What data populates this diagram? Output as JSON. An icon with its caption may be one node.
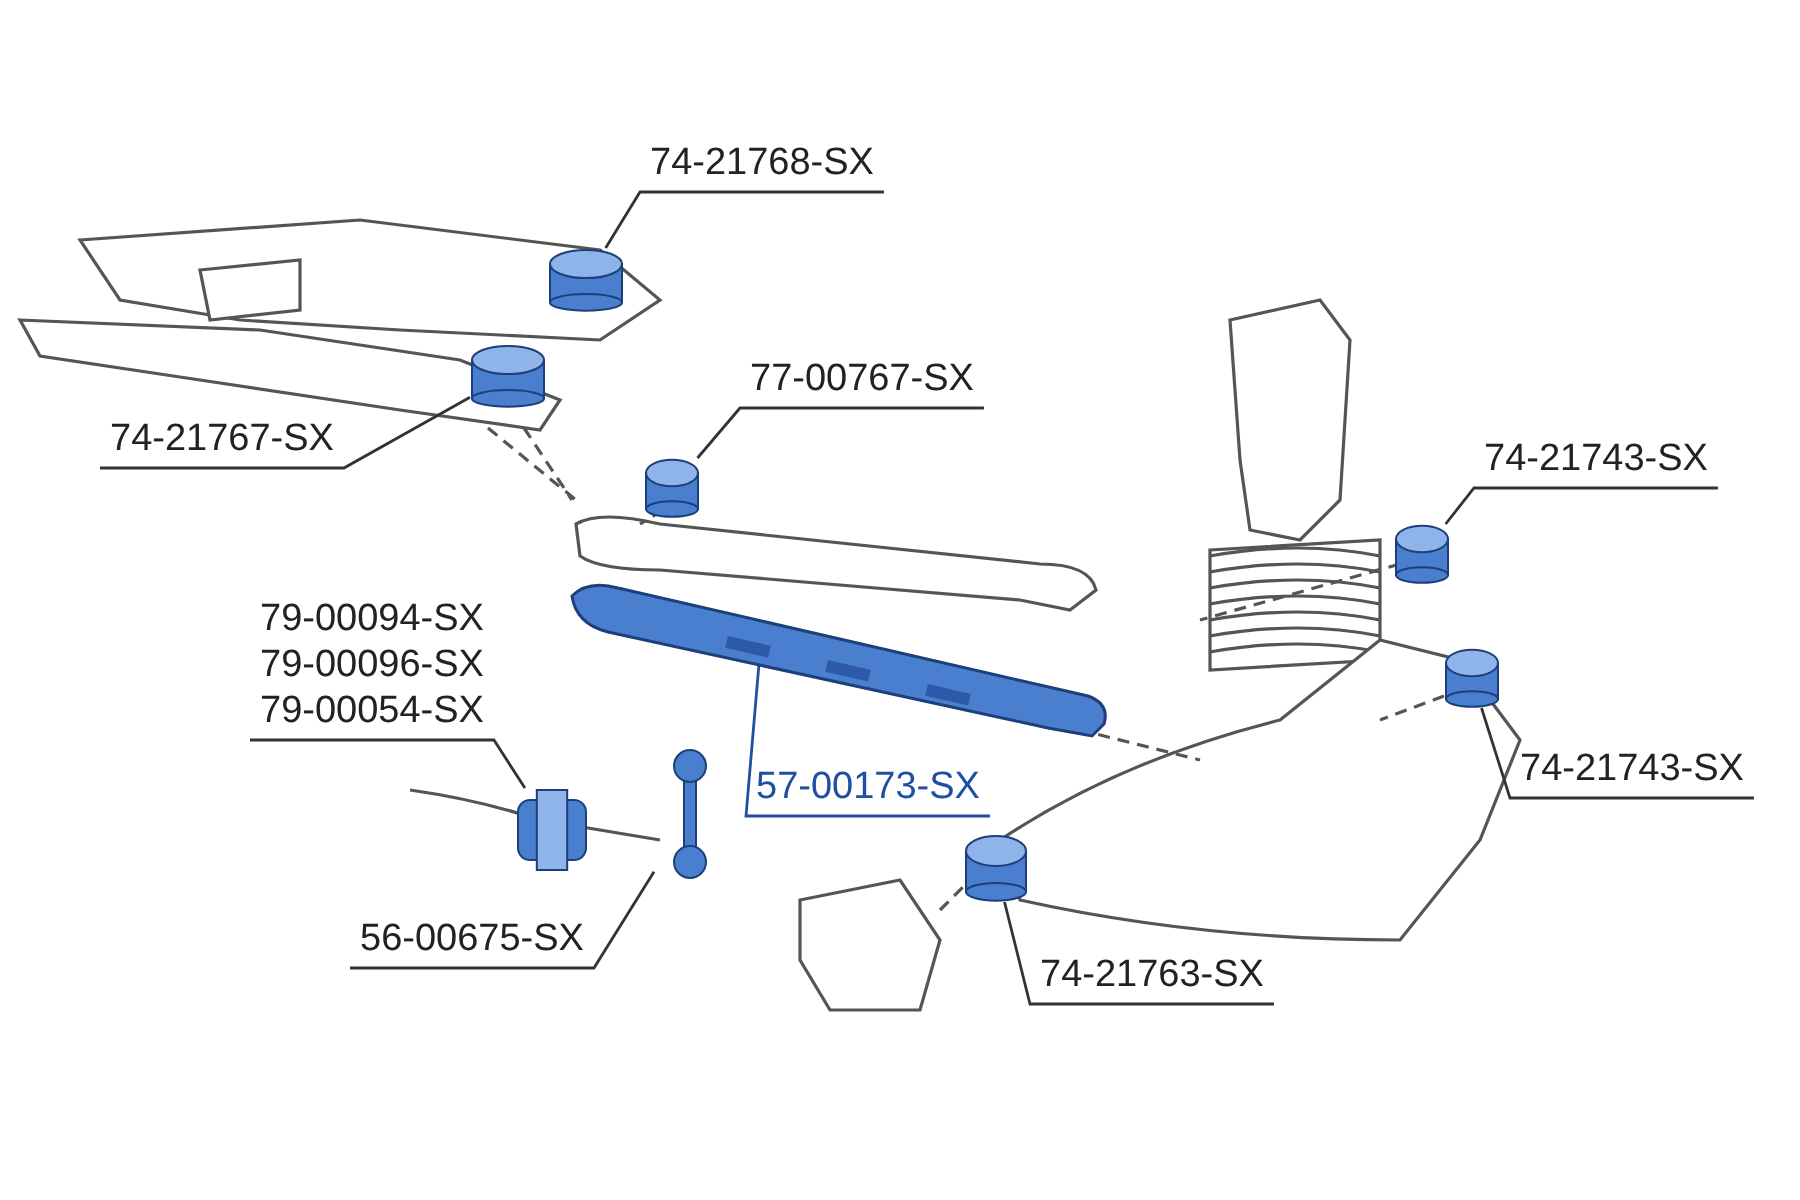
{
  "diagram": {
    "nodes": [
      {
        "text": [
          "74-21768-SX"
        ]
      },
      {
        "text": [],
        "shape": "cylinder"
      },
      {
        "text": [
          "74-21767-SX"
        ]
      },
      {
        "text": [],
        "shape": "cylinder"
      },
      {
        "text": [
          "77-00767-SX"
        ]
      },
      {
        "text": [],
        "shape": "cylinder"
      },
      {
        "text": [
          "74-21743-SX"
        ]
      },
      {
        "text": [],
        "shape": "cylinder"
      },
      {
        "text": [
          "79-00094-SX",
          "79-00096-SX",
          "79-00054-SX"
        ]
      },
      {
        "text": [],
        "shape": "cylinder"
      },
      {
        "text": [
          "57-00173-SX"
        ]
      },
      {
        "text": [],
        "shape": "picture"
      },
      {
        "text": [
          "74-21743-SX"
        ]
      },
      {
        "text": [],
        "shape": "cylinder"
      },
      {
        "text": [
          "56-00675-SX"
        ]
      },
      {
        "text": [],
        "shape": "picture"
      },
      {
        "text": [
          "74-21763-SX"
        ]
      },
      {
        "text": [],
        "shape": "cylinder"
      }
    ],
    "edges": [
      {
        "from": 0,
        "to": 1,
        "arrow": "none"
      },
      {
        "from": 2,
        "to": 3,
        "arrow": "none"
      },
      {
        "from": 4,
        "to": 5,
        "arrow": "none"
      },
      {
        "from": 6,
        "to": 7,
        "arrow": "none"
      },
      {
        "from": 8,
        "to": 9,
        "arrow": "none"
      },
      {
        "from": 10,
        "to": 11,
        "arrow": "none",
        "color": "#1f4fa0"
      },
      {
        "from": 12,
        "to": 13,
        "arrow": "none"
      },
      {
        "from": 14,
        "to": 15,
        "arrow": "none"
      },
      {
        "from": 16,
        "to": 17,
        "arrow": "none"
      }
    ]
  }
}
